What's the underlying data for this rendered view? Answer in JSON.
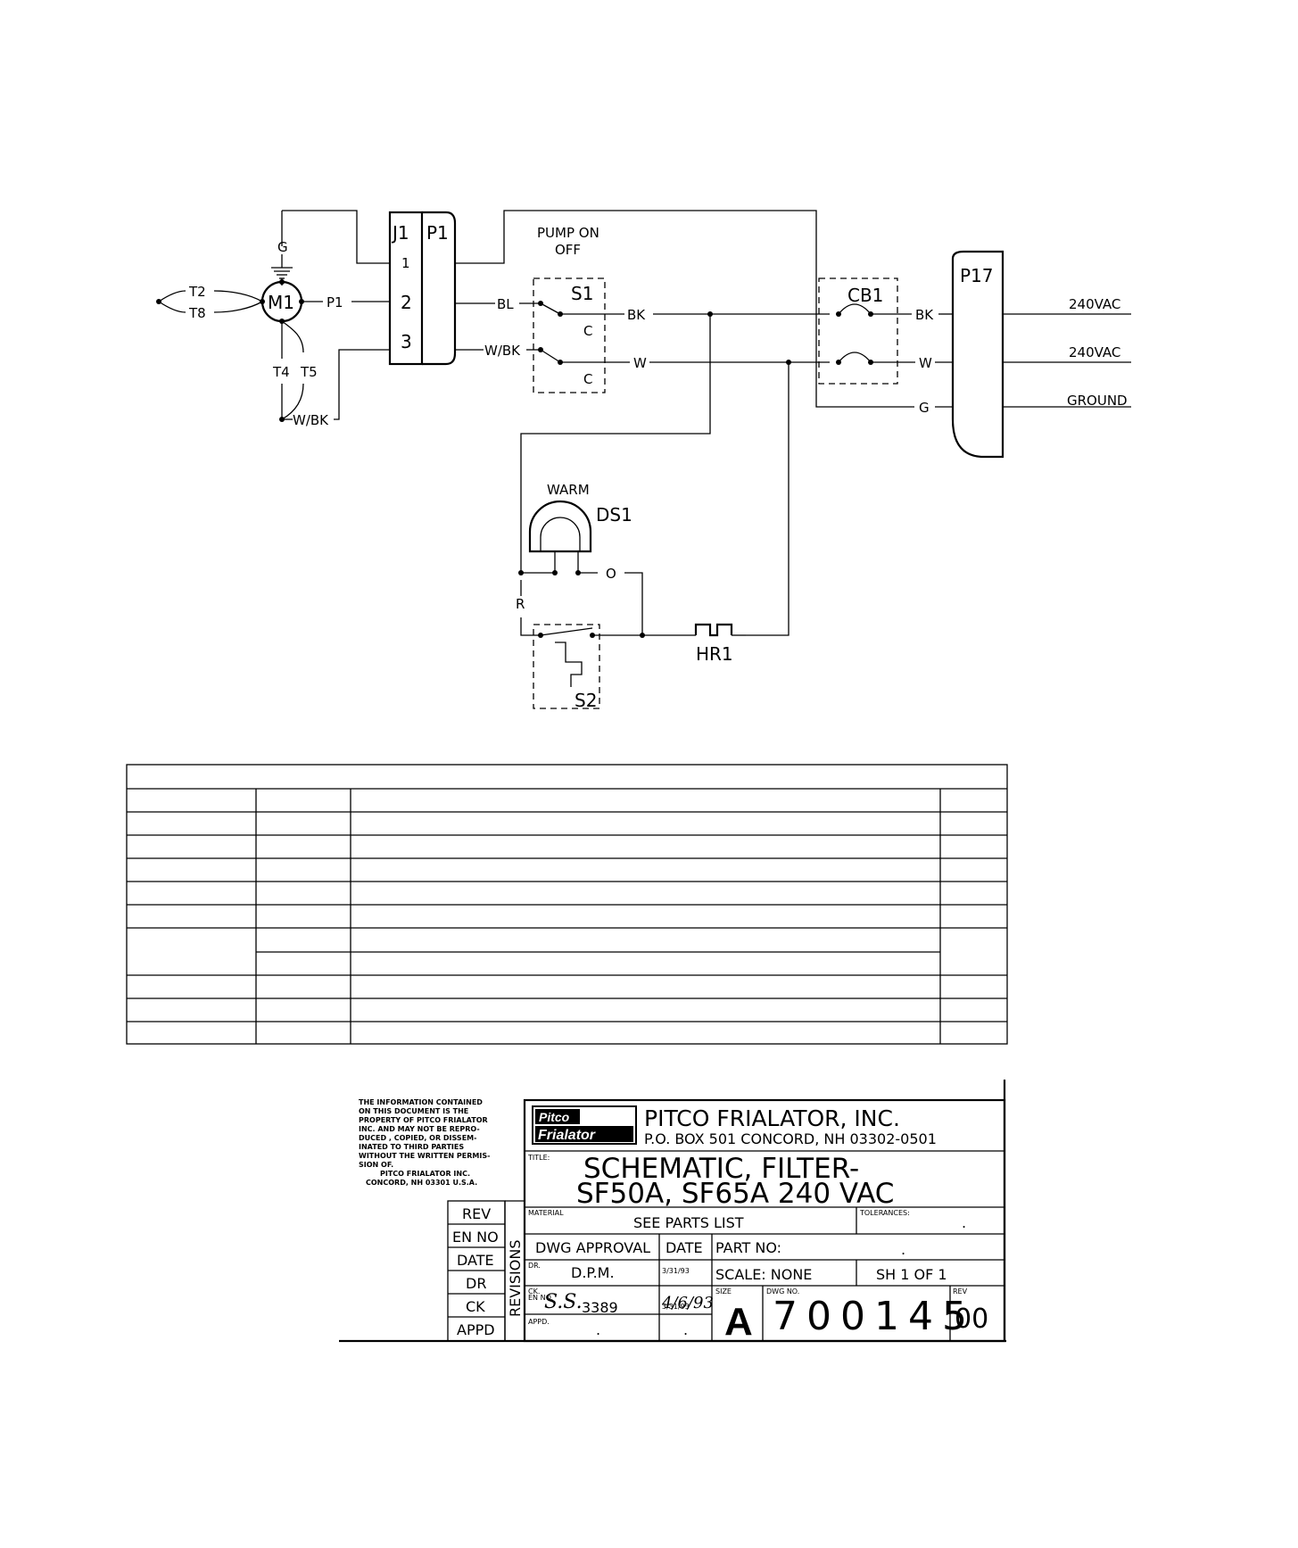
{
  "schematic": {
    "connector_j": "J1",
    "connector_p": "P1",
    "pins": [
      "1",
      "2",
      "3"
    ],
    "motor": "M1",
    "motor_ground": "G",
    "motor_leads": [
      "T2",
      "T8",
      "P1",
      "T4",
      "T5",
      "W/BK"
    ],
    "pump_switch_label": "PUMP ON",
    "pump_switch_label2": "OFF",
    "switch1": "S1",
    "contact": "C",
    "wire_bl": "BL",
    "wire_wbk": "W/BK",
    "wire_bk": "BK",
    "wire_w": "W",
    "wire_g": "G",
    "breaker": "CB1",
    "plug": "P17",
    "supply": [
      "240VAC",
      "240VAC",
      "GROUND"
    ],
    "warm_label": "WARM",
    "lamp": "DS1",
    "wire_r": "R",
    "wire_o": "O",
    "heater": "HR1",
    "switch2": "S2"
  },
  "parts_table": {
    "rows": 11
  },
  "title_block": {
    "disclaimer": [
      "THE INFORMATION CONTAINED",
      "ON THIS DOCUMENT IS THE",
      "PROPERTY OF PITCO FRIALATOR",
      "INC. AND MAY NOT BE REPRO-",
      "DUCED , COPIED, OR DISSEM-",
      "INATED TO THIRD PARTIES",
      "WITHOUT THE WRITTEN PERMIS-",
      "SION OF.",
      "PITCO FRIALATOR INC.",
      "CONCORD, NH  03301  U.S.A."
    ],
    "logo_top": "Pitco",
    "logo_bottom": "Frialator",
    "company": "PITCO FRIALATOR, INC.",
    "address": "P.O. BOX 501  CONCORD, NH  03302-0501",
    "title_label": "TITLE:",
    "title_line1": "SCHEMATIC, FILTER-",
    "title_line2": "SF50A, SF65A 240 VAC",
    "material_label": "MATERIAL",
    "material": "SEE PARTS LIST",
    "tolerances_label": "TOLERANCES:",
    "tolerances": ".",
    "revision_rows": [
      "REV",
      "EN NO",
      "DATE",
      "DR",
      "CK",
      "APPD"
    ],
    "revisions_label": "REVISIONS",
    "dwg_approval": "DWG APPROVAL",
    "date_header": "DATE",
    "part_no_label": "PART NO:",
    "part_no": ".",
    "dr_label": "DR.",
    "dr": "D.P.M.",
    "dr_date": "3/31/93",
    "scale": "SCALE:  NONE",
    "sheet": "SH 1  OF  1",
    "ck_label": "CK.",
    "ck": "S.S.",
    "ck_date": "4/6/93",
    "size_label": "SIZE",
    "size": "A",
    "dwg_no_label": "DWG NO.",
    "dwg_no": "700145",
    "rev_label": "REV",
    "rev": "00",
    "en_no_label": "EN NO.",
    "en_no": "3389",
    "en_date": "3/31/93",
    "appd_label": "APPD.",
    "appd": ".",
    "appd_date": "."
  }
}
